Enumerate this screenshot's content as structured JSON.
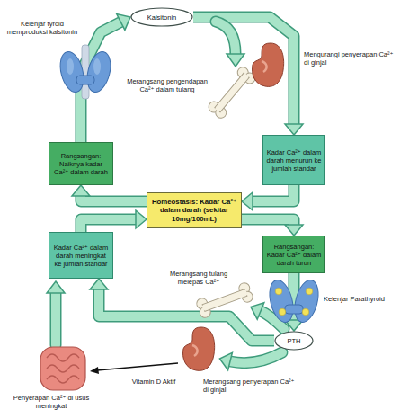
{
  "diagram": {
    "nodes": [
      {
        "text": [
          "Kalsitonin"
        ]
      },
      {
        "text": [
          "Rangsangan: Naiknya kadar Ca²⁺ dalam darah"
        ]
      },
      {
        "text": [
          "Kadar Ca²⁺ dalam darah menurun ke jumlah standar"
        ]
      },
      {
        "text": [
          "Homeostasis: Kadar Ca²⁺ dalam darah (sekitar 10mg/100mL)"
        ]
      },
      {
        "text": [
          "Kadar Ca²⁺ dalam darah meningkat ke jumlah standar"
        ]
      },
      {
        "text": [
          "Rangsangan: Kadar Ca²⁺ dalam darah turun"
        ]
      },
      {
        "text": [
          "PTH"
        ]
      }
    ],
    "edges": [
      {
        "from": 1,
        "to": 0,
        "arrow": "to"
      },
      {
        "from": 0,
        "to": 2,
        "arrow": "to"
      },
      {
        "from": 2,
        "to": 3,
        "arrow": "to"
      },
      {
        "from": 3,
        "to": 5,
        "arrow": "to"
      },
      {
        "from": 5,
        "to": 6,
        "arrow": "to"
      },
      {
        "from": 6,
        "to": 4,
        "arrow": "to"
      },
      {
        "from": 4,
        "to": 3,
        "arrow": "to"
      },
      {
        "from": 3,
        "to": 1,
        "arrow": "to"
      }
    ],
    "labels": [
      "Kelenjar tyroid memproduksi kalsitonin",
      "Merangsang pengendapan Ca²⁺ dalam tulang",
      "Mengurangi penyerapan Ca²⁺ di ginjal",
      "Kelenjar Parathyroid",
      "Merangsang tulang melepas Ca²⁺",
      "Penyerapan Ca²⁺ di usus meningkat",
      "Vitamin D Aktif",
      "Merangsang penyerapan Ca²⁺ di ginjal"
    ]
  }
}
